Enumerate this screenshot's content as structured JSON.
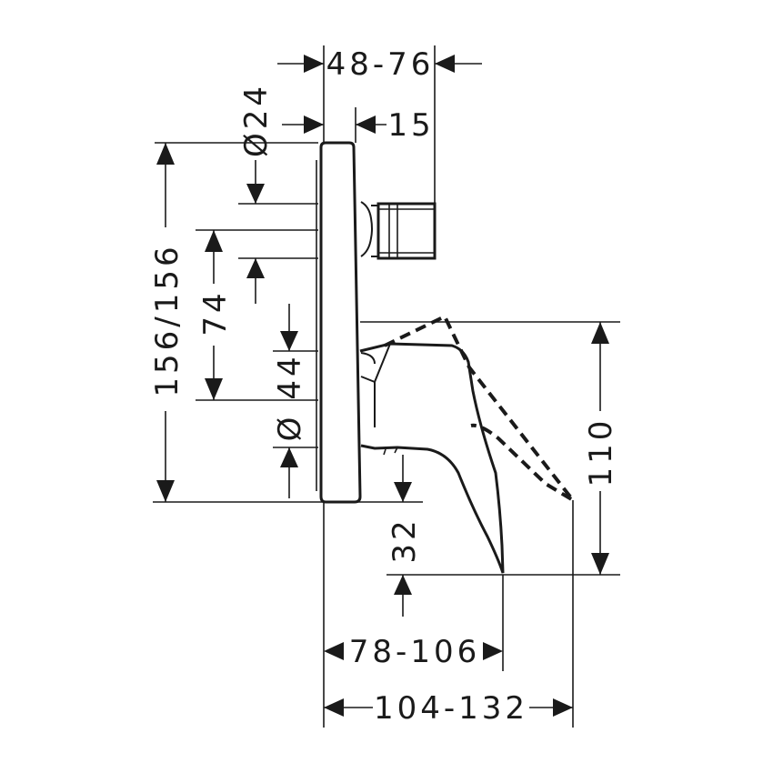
{
  "dimensions": {
    "depth_adjust": "48-76",
    "diameter_top": "Ø24",
    "offset_15": "15",
    "height_total": "156/156",
    "height_74": "74",
    "height_44": "44",
    "diameter_lower": "Ø",
    "bottom_32": "32",
    "projection_110": "110",
    "reach_lever": "78-106",
    "reach_total": "104-132"
  }
}
